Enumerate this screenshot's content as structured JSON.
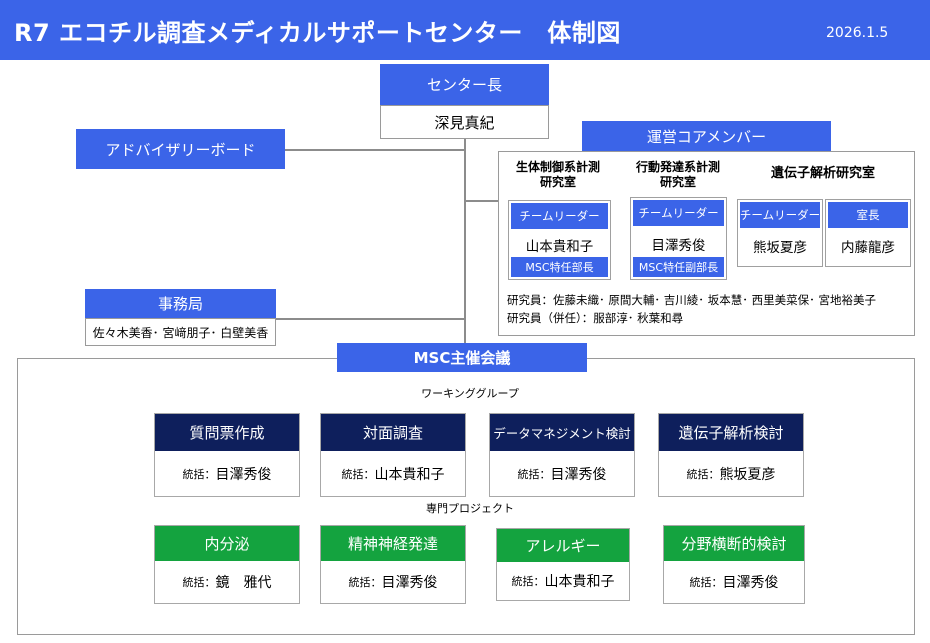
{
  "header": {
    "title": "R7 エコチル調査メディカルサポートセンター　体制図",
    "date": "2026.1.5",
    "colors": {
      "banner": "#3b64e8",
      "text": "#ffffff"
    }
  },
  "center_head": {
    "role": "センター長",
    "name": "深見真紀"
  },
  "advisory_board": {
    "label": "アドバイザリーボード"
  },
  "secretariat": {
    "label": "事務局",
    "members": "佐々木美香･ 宮﨑朋子･ 白壁美香"
  },
  "core": {
    "label": "運営コアメンバー",
    "labs": [
      {
        "title_line1": "生体制御系計測",
        "title_line2": "研究室",
        "cards": [
          {
            "role": "チームリーダー",
            "name": "山本貴和子",
            "sub": "MSC特任部長"
          }
        ]
      },
      {
        "title_line1": "行動発達系計測",
        "title_line2": "研究室",
        "cards": [
          {
            "role": "チームリーダー",
            "name": "目澤秀俊",
            "sub": "MSC特任副部長"
          }
        ]
      },
      {
        "title_line1": "遺伝子解析研究室",
        "title_line2": "",
        "cards": [
          {
            "role": "チームリーダー",
            "name": "熊坂夏彦"
          },
          {
            "role": "室長",
            "name": "内藤龍彦"
          }
        ]
      }
    ],
    "researchers": "研究員：佐藤未織･ 原間大輔･ 吉川綾･ 坂本慧･ 西里美菜保･ 宮地裕美子",
    "researchers_concurrent": "研究員（併任）：服部淳･ 秋葉和尋"
  },
  "msc": {
    "label": "MSC主催会議",
    "working_group_label": "ワーキンググループ",
    "special_project_label": "専門プロジェクト",
    "coordinator_prefix": "統括：",
    "working_groups": [
      {
        "title": "質問票作成",
        "lead": "目澤秀俊"
      },
      {
        "title": "対面調査",
        "lead": "山本貴和子"
      },
      {
        "title": "データマネジメント検討",
        "lead": "目澤秀俊"
      },
      {
        "title": "遺伝子解析検討",
        "lead": "熊坂夏彦"
      }
    ],
    "projects": [
      {
        "title": "内分泌",
        "lead": "鏡　雅代"
      },
      {
        "title": "精神神経発達",
        "lead": "目澤秀俊"
      },
      {
        "title": "アレルギー",
        "lead": "山本貴和子"
      },
      {
        "title": "分野横断的検討",
        "lead": "目澤秀俊"
      }
    ],
    "colors": {
      "working_group": "#0e1f5c",
      "project": "#14a33f"
    }
  }
}
